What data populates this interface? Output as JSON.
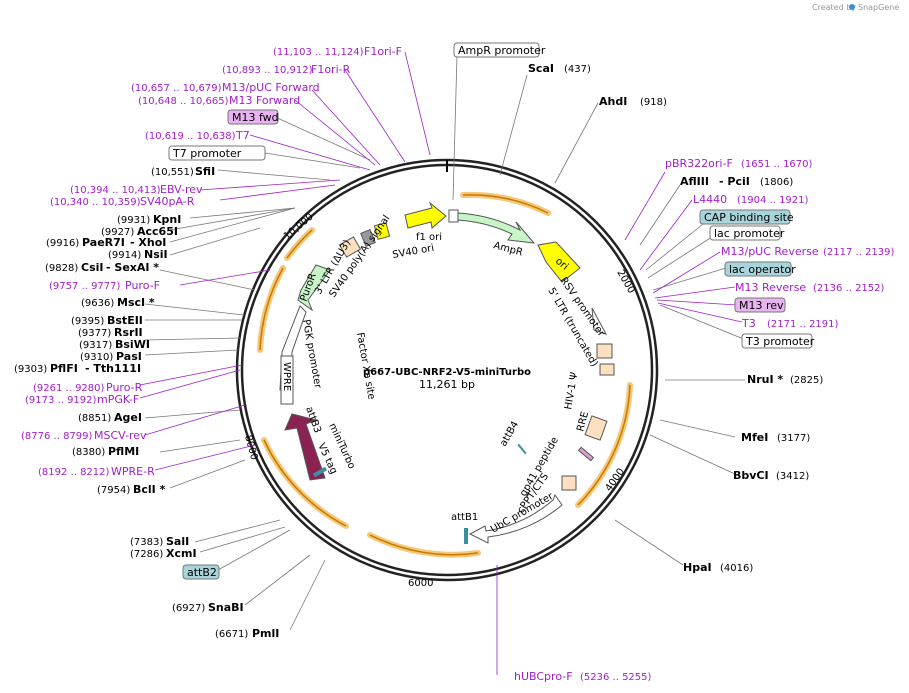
{
  "header": {
    "credit": "Created by",
    "brand": "SnapGene"
  },
  "plasmid": {
    "name": "p667-UBC-NRF2-V5-miniTurbo",
    "size": "11,261 bp"
  },
  "ticks": [
    "2000",
    "4000",
    "6000",
    "8000",
    "10,000"
  ],
  "enzymes": {
    "scai": {
      "name": "ScaI",
      "pos": "(437)"
    },
    "ahdi": {
      "name": "AhdI",
      "pos": "(918)"
    },
    "aflIII": {
      "name": "AflIII",
      "extra": "- PciI",
      "pos": "(1806)"
    },
    "nrui": {
      "name": "NruI *",
      "pos": "(2825)"
    },
    "mfei": {
      "name": "MfeI",
      "pos": "(3177)"
    },
    "bbvci": {
      "name": "BbvCI",
      "pos": "(3412)"
    },
    "hpai": {
      "name": "HpaI",
      "pos": "(4016)"
    },
    "pmli": {
      "name": "PmlI",
      "pos": "(6671)"
    },
    "snabi": {
      "name": "SnaBI",
      "pos": "(6927)"
    },
    "xcmi": {
      "name": "XcmI",
      "pos": "(7286)"
    },
    "sali": {
      "name": "SalI",
      "pos": "(7383)"
    },
    "bcli": {
      "name": "BclI *",
      "pos": "(7954)"
    },
    "pflmi": {
      "name": "PflMI",
      "pos": "(8380)"
    },
    "agei": {
      "name": "AgeI",
      "pos": "(8851)"
    },
    "pasi": {
      "name": "PasI",
      "pos": "(9310)"
    },
    "pflfi": {
      "name": "PflFI",
      "extra": "- Tth111I",
      "pos": "(9303)"
    },
    "bsiwi": {
      "name": "BsiWI",
      "pos": "(9317)"
    },
    "rsrii": {
      "name": "RsrII",
      "pos": "(9377)"
    },
    "bsteii": {
      "name": "BstEII",
      "pos": "(9395)"
    },
    "msci": {
      "name": "MscI *",
      "pos": "(9636)"
    },
    "csii": {
      "name": "CsiI",
      "extra": "- SexAI *",
      "pos": "(9828)"
    },
    "nsii": {
      "name": "NsiI",
      "pos": "(9914)"
    },
    "paer7i": {
      "name": "PaeR7I",
      "extra": "- XhoI",
      "pos": "(9916)"
    },
    "acc65i": {
      "name": "Acc65I",
      "pos": "(9927)"
    },
    "kpni": {
      "name": "KpnI",
      "pos": "(9931)"
    },
    "sfii": {
      "name": "SfiI",
      "pos": "(10,551)"
    }
  },
  "primers": {
    "f1ori_f": {
      "pos": "(11,103 .. 11,124)",
      "name": "F1ori-F"
    },
    "f1ori_r": {
      "pos": "(10,893 .. 10,912)",
      "name": "F1ori-R"
    },
    "m13puc_fwd": {
      "pos": "(10,657 .. 10,679)",
      "name": "M13/pUC Forward"
    },
    "m13_forward": {
      "pos": "(10,648 .. 10,665)",
      "name": "M13 Forward"
    },
    "t7": {
      "pos": "(10,619 .. 10,638)",
      "name": "T7"
    },
    "ebv_rev": {
      "pos": "(10,394 .. 10,413)",
      "name": "EBV-rev"
    },
    "sv40pa_r": {
      "pos": "(10,340 .. 10,359)",
      "name": "SV40pA-R"
    },
    "puro_f": {
      "pos": "(9757 .. 9777)",
      "name": "Puro-F"
    },
    "puro_r": {
      "pos": "(9261 .. 9280)",
      "name": "Puro-R"
    },
    "mpgk_f": {
      "pos": "(9173 .. 9192)",
      "name": "mPGK-F"
    },
    "mscv_rev": {
      "pos": "(8776 .. 8799)",
      "name": "MSCV-rev"
    },
    "wpre_r": {
      "pos": "(8192 .. 8212)",
      "name": "WPRE-R"
    },
    "hubcpro_f": {
      "name": "hUBCpro-F",
      "pos": "(5236 .. 5255)"
    },
    "pbr322ori_f": {
      "name": "pBR322ori-F",
      "pos": "(1651 .. 1670)"
    },
    "l4440": {
      "name": "L4440",
      "pos": "(1904 .. 1921)"
    },
    "m13puc_rev": {
      "name": "M13/pUC Reverse",
      "pos": "(2117 .. 2139)"
    },
    "m13_reverse": {
      "name": "M13 Reverse",
      "pos": "(2136 .. 2152)"
    },
    "t3": {
      "name": "T3",
      "pos": "(2171 .. 2191)"
    }
  },
  "boxed": {
    "ampr_promoter": "AmpR promoter",
    "m13_fwd": "M13 fwd",
    "t7_promoter": "T7 promoter",
    "cap_site": "CAP binding site",
    "lac_promoter": "lac promoter",
    "lac_operator": "lac operator",
    "m13_rev": "M13 rev",
    "t3_promoter": "T3 promoter",
    "attb2": "attB2"
  },
  "features": {
    "f1ori": "f1 ori",
    "sv40ori": "SV40 ori",
    "ampr": "AmpR",
    "ori": "ori",
    "rsv": "RSV promoter",
    "ltr5": "5' LTR (truncated)",
    "psi": "HIV-1 Ψ",
    "rre": "RRE",
    "gp41": "gp41 peptide",
    "cppt": "cPPT/CTS",
    "ubc": "UbC promoter",
    "attb1": "attB1",
    "attb4": "attB4",
    "v5tag": "V5 tag",
    "miniturbo": "miniTurbo",
    "attb3": "attB3",
    "factorxa": "Factor Xa site",
    "pgk": "PGK promoter",
    "wpre": "WPRE",
    "puror": "PuroR",
    "ltr3": "3' LTR (ΔU3)",
    "sv40pa": "SV40 poly(A) signal"
  },
  "colors": {
    "primer": "#a020c8",
    "ampr_fill": "#c8f5c8",
    "ori_fill": "#ffff00",
    "arc_highlight": "#f5c878",
    "arc_line": "#c87800",
    "boxed_fill": "#a8d4dc",
    "primer_box_fill": "#e8b4f0"
  }
}
